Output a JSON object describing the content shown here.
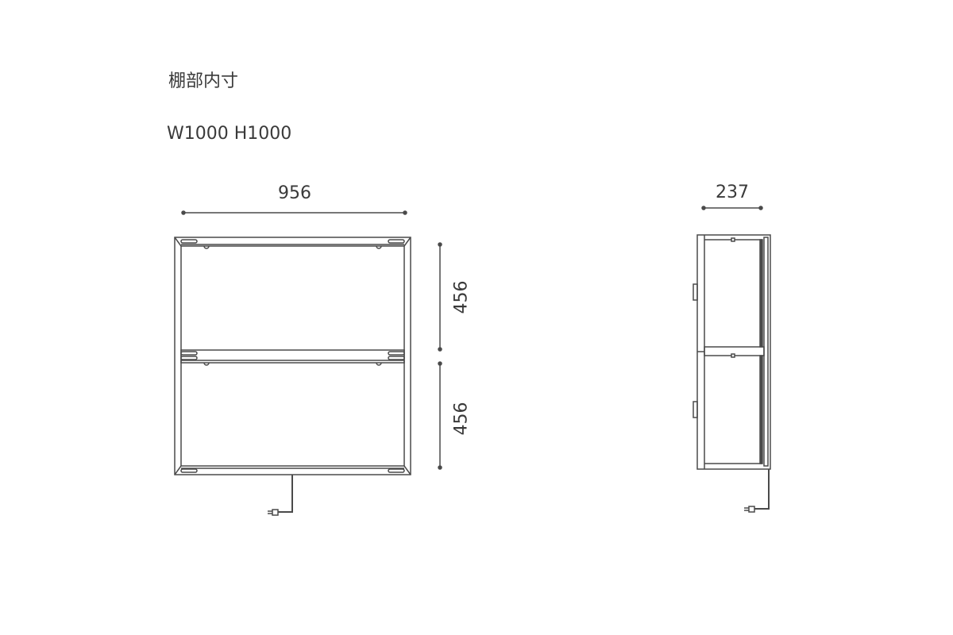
{
  "title": "棚部内寸",
  "size_label": "W1000 H1000",
  "front_view": {
    "width_dim": "956",
    "upper_height_dim": "456",
    "lower_height_dim": "456"
  },
  "side_view": {
    "depth_dim": "237"
  },
  "colors": {
    "line": "#4a4a4a",
    "text": "#3a3a3a"
  }
}
